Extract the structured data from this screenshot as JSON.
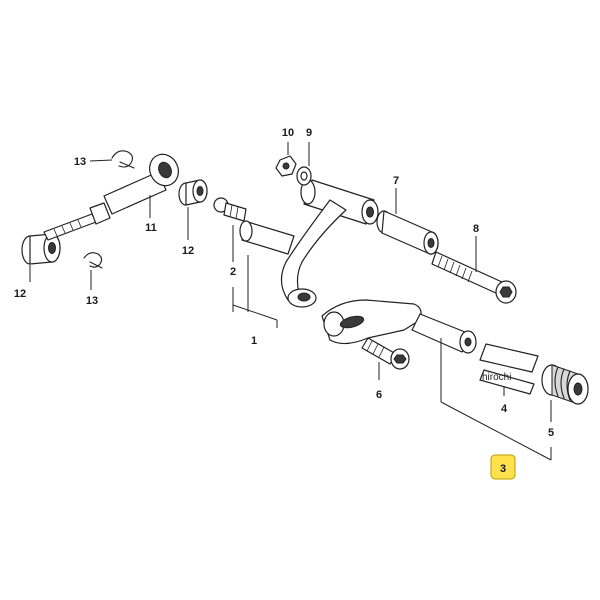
{
  "labels": {
    "p1": "1",
    "p2": "2",
    "p3": "3",
    "p4": "4",
    "p5": "5",
    "p6": "6",
    "p7": "7",
    "p8": "8",
    "p9": "9",
    "p10": "10",
    "p11": "11",
    "p12a": "12",
    "p12b": "12",
    "p13a": "13",
    "p13b": "13"
  },
  "watermark": "hirochi",
  "colors": {
    "highlight": "#ffe14d",
    "ink": "#222222",
    "background": "#ffffff"
  }
}
